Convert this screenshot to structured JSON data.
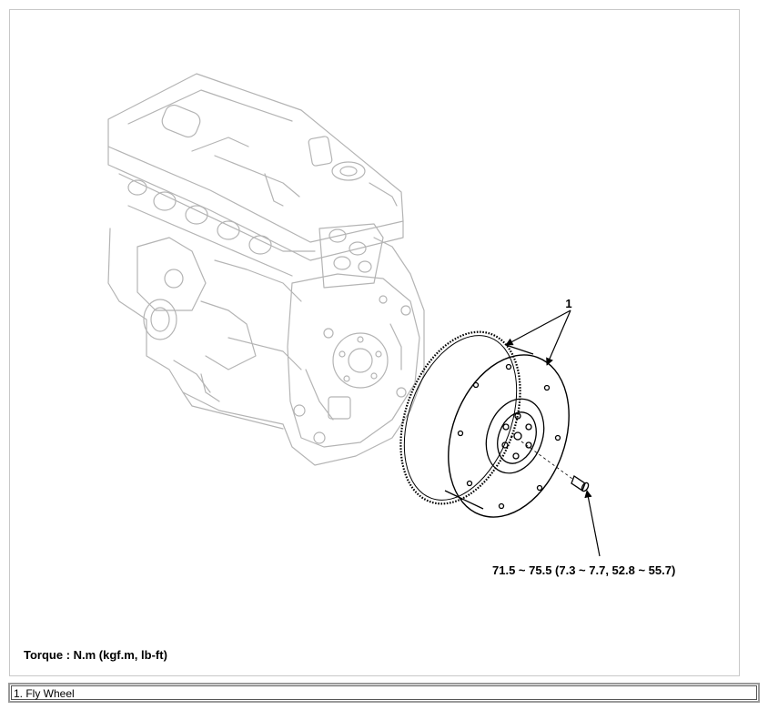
{
  "figure": {
    "callout_number": "1",
    "torque_value": "71.5 ~ 75.5 (7.3 ~ 7.7, 52.8 ~ 55.7)",
    "torque_unit_note": "Torque : N.m (kgf.m, lb-ft)"
  },
  "legend": {
    "items": [
      "1. Fly Wheel"
    ]
  },
  "colors": {
    "line_art": "#b4b4b4",
    "leader": "#000000",
    "frame_border": "#c8c8c8"
  }
}
